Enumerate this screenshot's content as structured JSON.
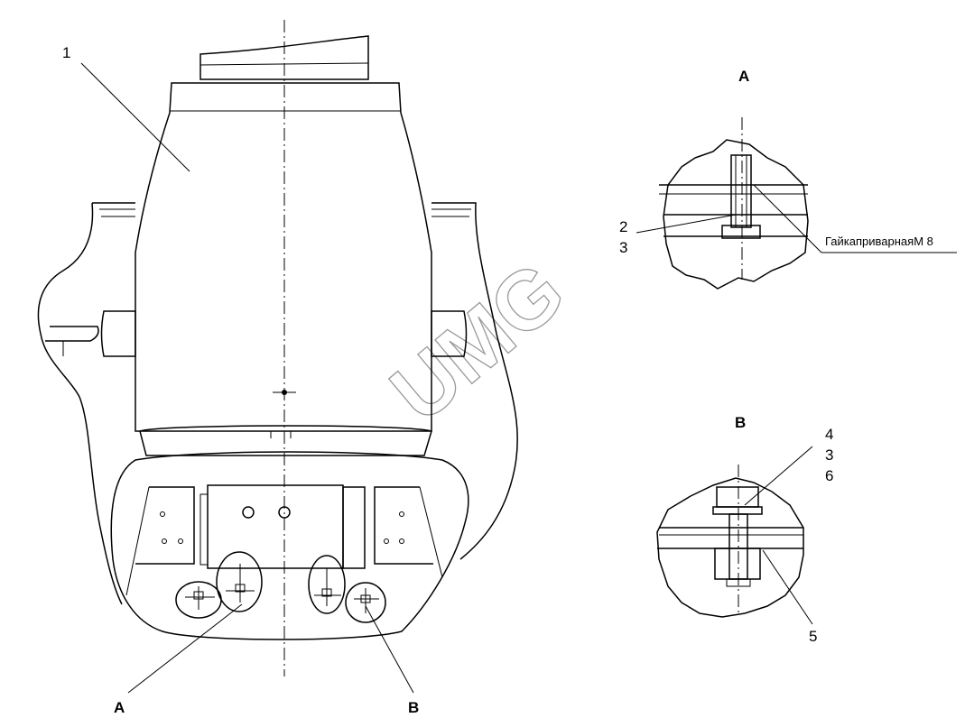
{
  "drawing": {
    "main_view": {
      "callouts": [
        {
          "id": "1",
          "text": "1"
        },
        {
          "id": "A",
          "text": "A"
        },
        {
          "id": "B",
          "text": "B"
        }
      ]
    },
    "detail_a": {
      "title": "A",
      "labels": [
        "2",
        "3"
      ],
      "leader_note": "ГайкаприварнаяМ 8"
    },
    "detail_b": {
      "title": "B",
      "labels": [
        "4",
        "3",
        "6",
        "5"
      ]
    },
    "watermark": "UMG"
  }
}
